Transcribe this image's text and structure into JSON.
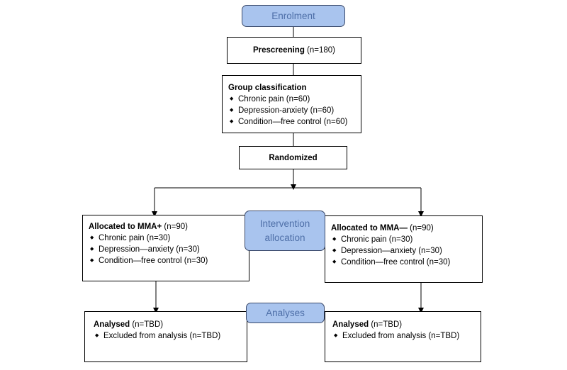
{
  "stages": {
    "enrolment": "Enrolment",
    "allocation_line1": "Intervention",
    "allocation_line2": "allocation",
    "analyses": "Analyses"
  },
  "prescreening": {
    "label": "Prescreening",
    "count": "(n=180)"
  },
  "group_classification": {
    "title": "Group classification",
    "items": [
      "Chronic pain (n=60)",
      "Depression-anxiety (n=60)",
      "Condition—free control (n=60)"
    ]
  },
  "randomized": {
    "label": "Randomized"
  },
  "allocated_plus": {
    "title": "Allocated to MMA+",
    "count": " (n=90)",
    "items": [
      "Chronic pain (n=30)",
      "Depression—anxiety (n=30)",
      "Condition—free control (n=30)"
    ]
  },
  "allocated_minus": {
    "title": "Allocated to MMA—",
    "count": " (n=90)",
    "items": [
      "Chronic pain (n=30)",
      "Depression—anxiety (n=30)",
      "Condition—free control (n=30)"
    ]
  },
  "analysed_left": {
    "title": "Analysed",
    "count": " (n=TBD)",
    "items": [
      "Excluded from analysis (n=TBD)"
    ]
  },
  "analysed_right": {
    "title": "Analysed",
    "count": " (n=TBD)",
    "items": [
      "Excluded from analysis (n=TBD)"
    ]
  }
}
